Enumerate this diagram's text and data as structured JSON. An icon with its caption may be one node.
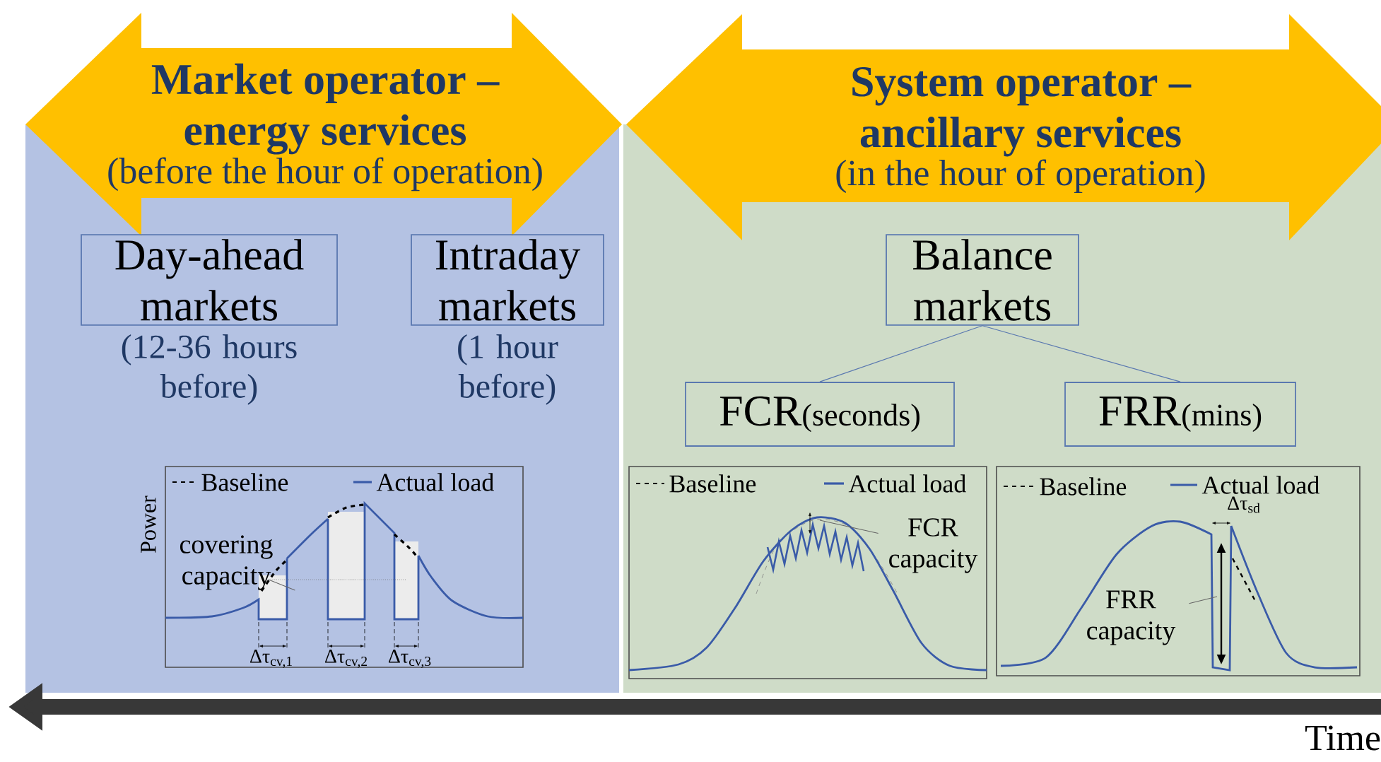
{
  "diagram": {
    "nodes": [
      {
        "text": [
          "Market operator – energy services",
          "(before the hour of operation)"
        ]
      },
      {
        "text": [
          "System operator – ancillary services",
          "(in the hour of operation)"
        ]
      },
      {
        "text": [
          "Day-ahead markets"
        ],
        "beside": [
          "(12-36 hours before)"
        ]
      },
      {
        "text": [
          "Intraday markets"
        ],
        "beside": [
          "(1 hour before)"
        ]
      },
      {
        "text": [
          "Balance markets"
        ]
      },
      {
        "text": [
          "FCR",
          "(seconds)"
        ]
      },
      {
        "text": [
          "FRR",
          "(mins)"
        ]
      },
      {
        "text": [
          "covering capacity"
        ]
      },
      {
        "text": [
          "FCR capacity"
        ]
      },
      {
        "text": [
          "FRR capacity"
        ]
      }
    ],
    "edges": [
      {
        "from": 4,
        "to": 5,
        "arrow": "none"
      },
      {
        "from": 4,
        "to": 6,
        "arrow": "none"
      },
      {
        "from": 7,
        "to": null,
        "arrow": "none"
      },
      {
        "from": 8,
        "to": null,
        "arrow": "none"
      },
      {
        "from": 9,
        "to": null,
        "arrow": "none"
      }
    ],
    "labels": [
      "Power",
      "Δτ$_{cv,1}$",
      "Δτ$_{cv,2}$",
      "Δτ$_{cv,3}$",
      "Δτ$_{sd}$",
      "Time"
    ],
    "legend": [
      {
        "text": "Baseline"
      },
      {
        "text": "Actual load"
      },
      {
        "text": "Baseline"
      },
      {
        "text": "Actual load"
      },
      {
        "text": "Baseline"
      },
      {
        "text": "Actual load"
      }
    ]
  }
}
